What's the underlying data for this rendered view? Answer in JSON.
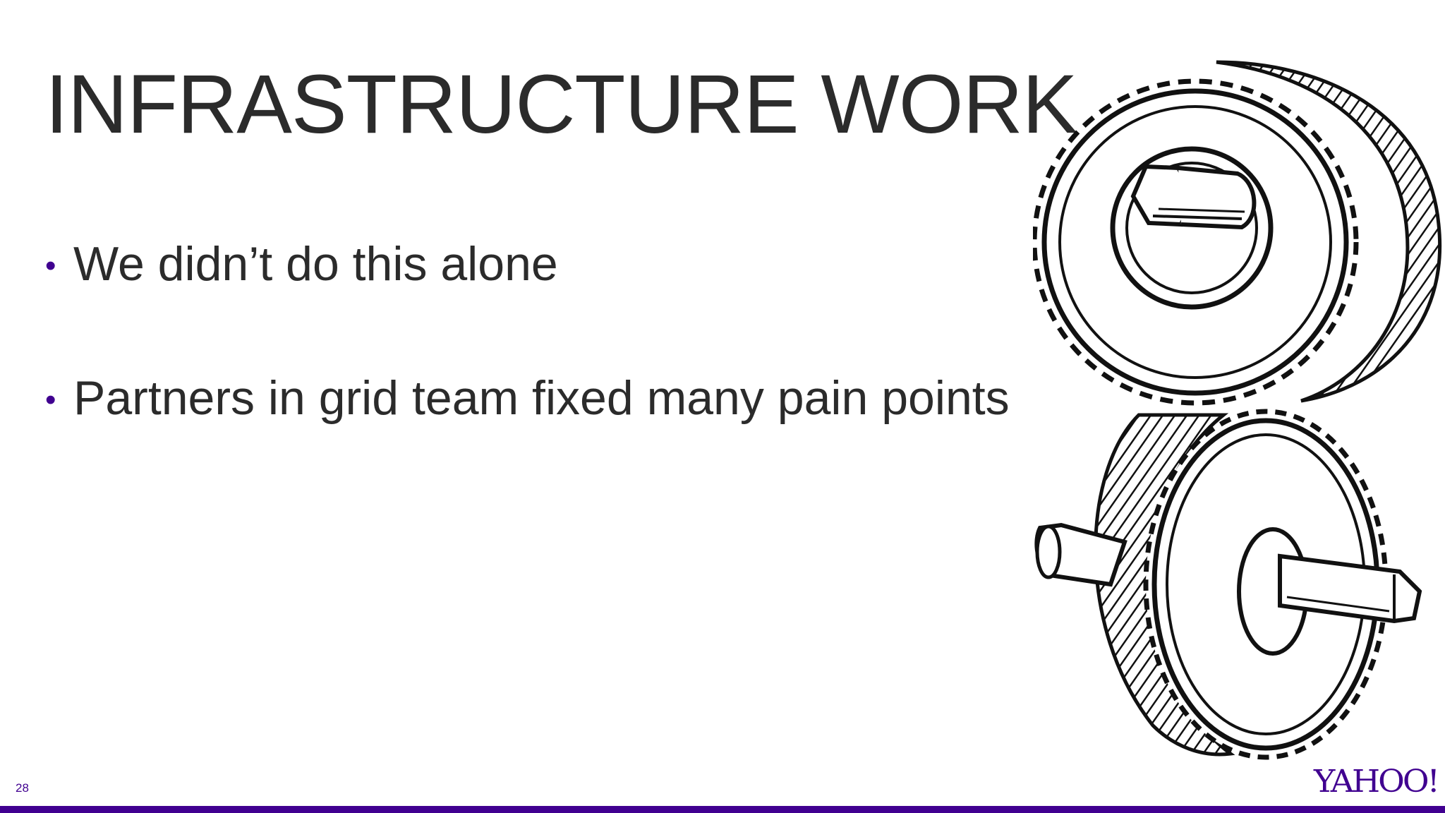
{
  "slide": {
    "title": "INFRASTRUCTURE WORK",
    "bullets": [
      {
        "text": "We didn’t do this alone"
      },
      {
        "text": "Partners in grid team fixed many pain points"
      }
    ],
    "bullet_glyph": "•",
    "page_number": "28",
    "logo_text": "YAHOO!"
  },
  "image": {
    "icon": "gears-illustration-icon"
  },
  "colors": {
    "accent": "#400090",
    "text": "#2b2b2b",
    "background": "#ffffff"
  }
}
